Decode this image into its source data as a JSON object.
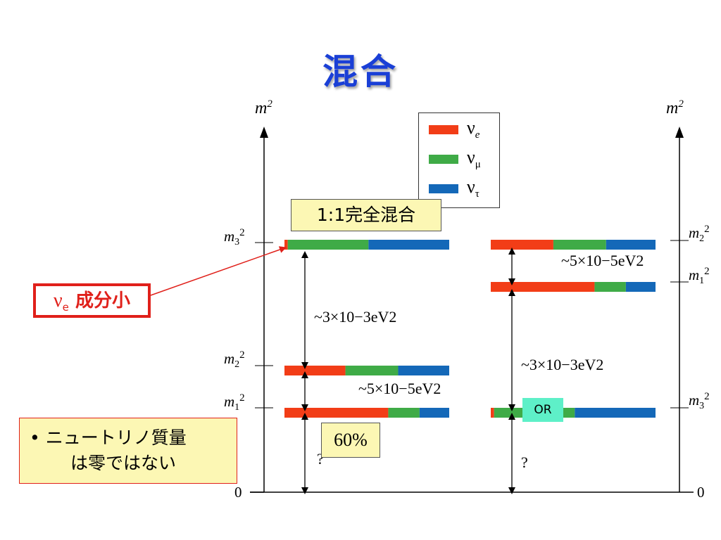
{
  "title": "混合",
  "colors": {
    "nu_e": "#f23d17",
    "nu_mu": "#3fab47",
    "nu_tau": "#1468b8",
    "title": "#1a3fd6",
    "callout": "#e0201a",
    "yellow_box": "#fcf7b4",
    "or_box": "#5ef0c8"
  },
  "legend": {
    "items": [
      {
        "symbol": "ν",
        "sub": "e",
        "color": "#f23d17"
      },
      {
        "symbol": "ν",
        "sub": "μ",
        "color": "#3fab47"
      },
      {
        "symbol": "ν",
        "sub": "τ",
        "color": "#1468b8"
      }
    ]
  },
  "axes": {
    "left_label": "m2",
    "right_label": "m2",
    "zero_left": "0",
    "zero_right": "0"
  },
  "normal_hierarchy": {
    "levels": [
      {
        "label": "m3",
        "flavor_fractions": {
          "e": 0.02,
          "mu": 0.49,
          "tau": 0.49
        }
      },
      {
        "label": "m2",
        "flavor_fractions": {
          "e": 0.37,
          "mu": 0.32,
          "tau": 0.31
        }
      },
      {
        "label": "m1",
        "flavor_fractions": {
          "e": 0.63,
          "mu": 0.19,
          "tau": 0.18
        }
      }
    ],
    "splittings": {
      "atmospheric": "~3×10−3eV2",
      "solar": "~5×10−5eV2"
    },
    "unknown": "?"
  },
  "inverted_hierarchy": {
    "levels": [
      {
        "label": "m2",
        "flavor_fractions": {
          "e": 0.38,
          "mu": 0.32,
          "tau": 0.3
        }
      },
      {
        "label": "m1",
        "flavor_fractions": {
          "e": 0.63,
          "mu": 0.19,
          "tau": 0.18
        }
      },
      {
        "label": "m3",
        "flavor_fractions": {
          "e": 0.02,
          "mu": 0.49,
          "tau": 0.49
        }
      }
    ],
    "splittings": {
      "atmospheric": "~3×10−3eV2",
      "solar": "~5×10−5eV2"
    },
    "unknown": "?"
  },
  "annotations": {
    "full_mixing": "1:1完全混合",
    "ve_small": {
      "nu": "ν",
      "sub": "e",
      "text": "成分小"
    },
    "bullet_lines": [
      "• ニュートリノ質量",
      "は零ではない"
    ],
    "percent": "60%",
    "or_label": "OR"
  }
}
